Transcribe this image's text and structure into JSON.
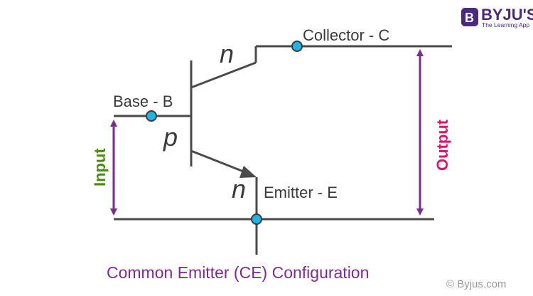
{
  "brand": {
    "name": "BYJU'S",
    "tagline": "The Learning App",
    "logo_icon": "byjus-b-logo",
    "color": "#4a2a7a"
  },
  "labels": {
    "collector": "Collector - C",
    "base": "Base - B",
    "emitter": "Emitter - E",
    "n_top": "n",
    "p_mid": "p",
    "n_bottom": "n",
    "input": "Input",
    "output": "Output"
  },
  "caption": "Common Emitter (CE) Configuration",
  "copyright": "© Byjus.com",
  "colors": {
    "wire": "#4a4a4a",
    "node_fill": "#1eb4e6",
    "arrow_purple": "#7b2d8e",
    "input_green": "#4f8a10",
    "output_pink": "#e0136a",
    "caption_purple": "#7b2d8e"
  }
}
